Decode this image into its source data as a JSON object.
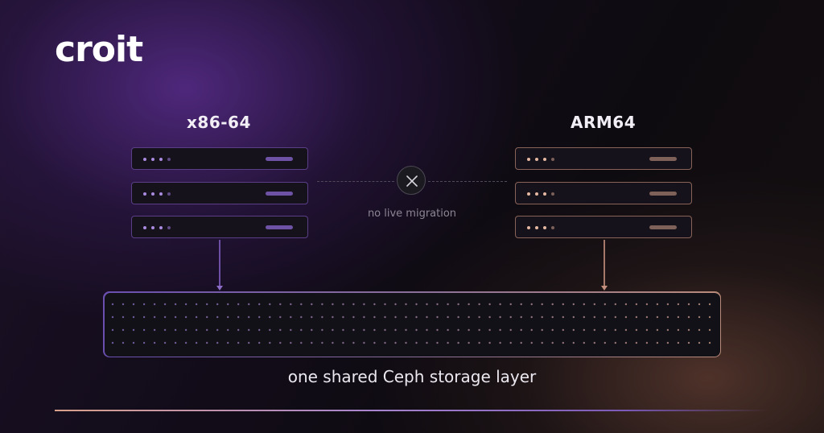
{
  "brand": {
    "logo_text": "croit"
  },
  "diagram": {
    "left_node": {
      "label": "x86-64",
      "server_count": 3,
      "accent_color": "#a98be0"
    },
    "right_node": {
      "label": "ARM64",
      "server_count": 3,
      "accent_color": "#e6b8a2"
    },
    "connection": {
      "icon": "x-icon",
      "label": "no live migration"
    },
    "storage": {
      "label": "one shared Ceph storage layer"
    }
  }
}
